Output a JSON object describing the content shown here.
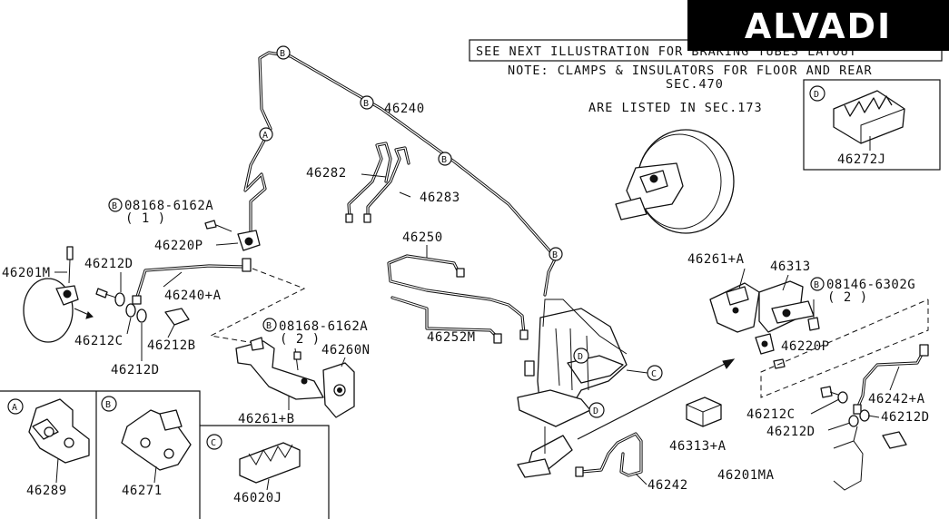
{
  "watermark": "ALVADI",
  "notes": {
    "see_next_line": "SEE NEXT ILLUSTRATION FOR BRAKING TUBES LAYOUT",
    "clamps_line1": "NOTE: CLAMPS & INSULATORS FOR FLOOR AND REAR",
    "clamps_line2": "SEC.470",
    "clamps_line3": "ARE LISTED IN SEC.173"
  },
  "part_labels": {
    "p46240": "46240",
    "p46282": "46282",
    "p46283": "46283",
    "bolt_a_num": "08168-6162A",
    "bolt_a_qty": "( 1 )",
    "p46220p_top": "46220P",
    "p46201m": "46201M",
    "p46212d_top": "46212D",
    "p46240a": "46240+A",
    "p46212c_left": "46212C",
    "p46212b": "46212B",
    "p46212d_left": "46212D",
    "bolt_b_num": "08168-6162A",
    "bolt_b_qty": "( 2 )",
    "p46260n": "46260N",
    "p46261b": "46261+B",
    "p46250": "46250",
    "p46252m": "46252M",
    "p46261a": "46261+A",
    "p46313": "46313",
    "bolt_c_num": "08146-6302G",
    "bolt_c_qty": "( 2 )",
    "p46220p_right": "46220P",
    "p46272j": "46272J",
    "p46242a": "46242+A",
    "p46212c_right": "46212C",
    "p46212d_right1": "46212D",
    "p46212d_right2": "46212D",
    "p46313a": "46313+A",
    "p46242": "46242",
    "p46201ma": "46201MA",
    "p46289": "46289",
    "p46271": "46271",
    "p46020j": "46020J"
  },
  "callout_letters": {
    "A": "A",
    "B": "B",
    "C": "C",
    "D": "D",
    "bolt_prefix": "B"
  },
  "inset_panels": {
    "a_letter": "A",
    "b_letter": "B",
    "c_letter": "C",
    "d_letter": "D"
  }
}
